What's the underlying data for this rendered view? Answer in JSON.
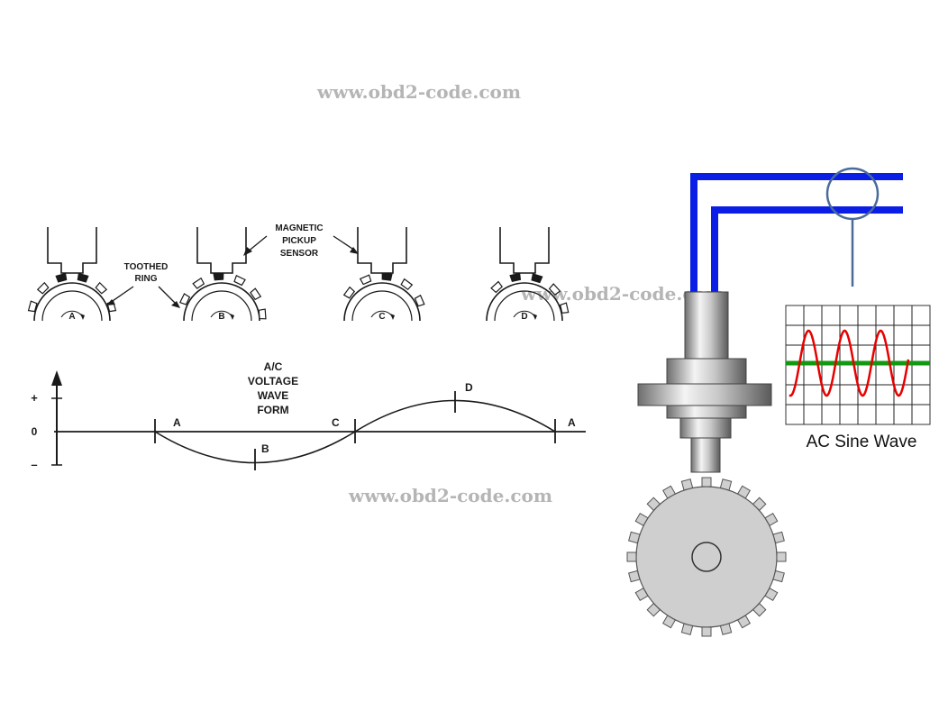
{
  "watermarks": [
    "www.obd2-code.com",
    "www.obd2-code.com",
    "www.obd2-code.com"
  ],
  "sensor_labels": {
    "toothed_ring": [
      "TOOTHED",
      "RING"
    ],
    "magnetic_pickup": [
      "MAGNETIC",
      "PICKUP",
      "SENSOR"
    ]
  },
  "positions": [
    "A",
    "B",
    "C",
    "D"
  ],
  "waveform": {
    "title": [
      "A/C",
      "VOLTAGE",
      "WAVE",
      "FORM"
    ],
    "axis": {
      "plus": "+",
      "zero": "0",
      "minus": "–"
    },
    "points": [
      "A",
      "B",
      "C",
      "D",
      "A"
    ]
  },
  "scope": {
    "caption": "AC Sine Wave"
  },
  "colors": {
    "wire": "#0a1ee6",
    "sine": "#e80000",
    "zero_line": "#119911",
    "probe_ring": "#4a6b9a",
    "gear": "#cfcfcf"
  }
}
